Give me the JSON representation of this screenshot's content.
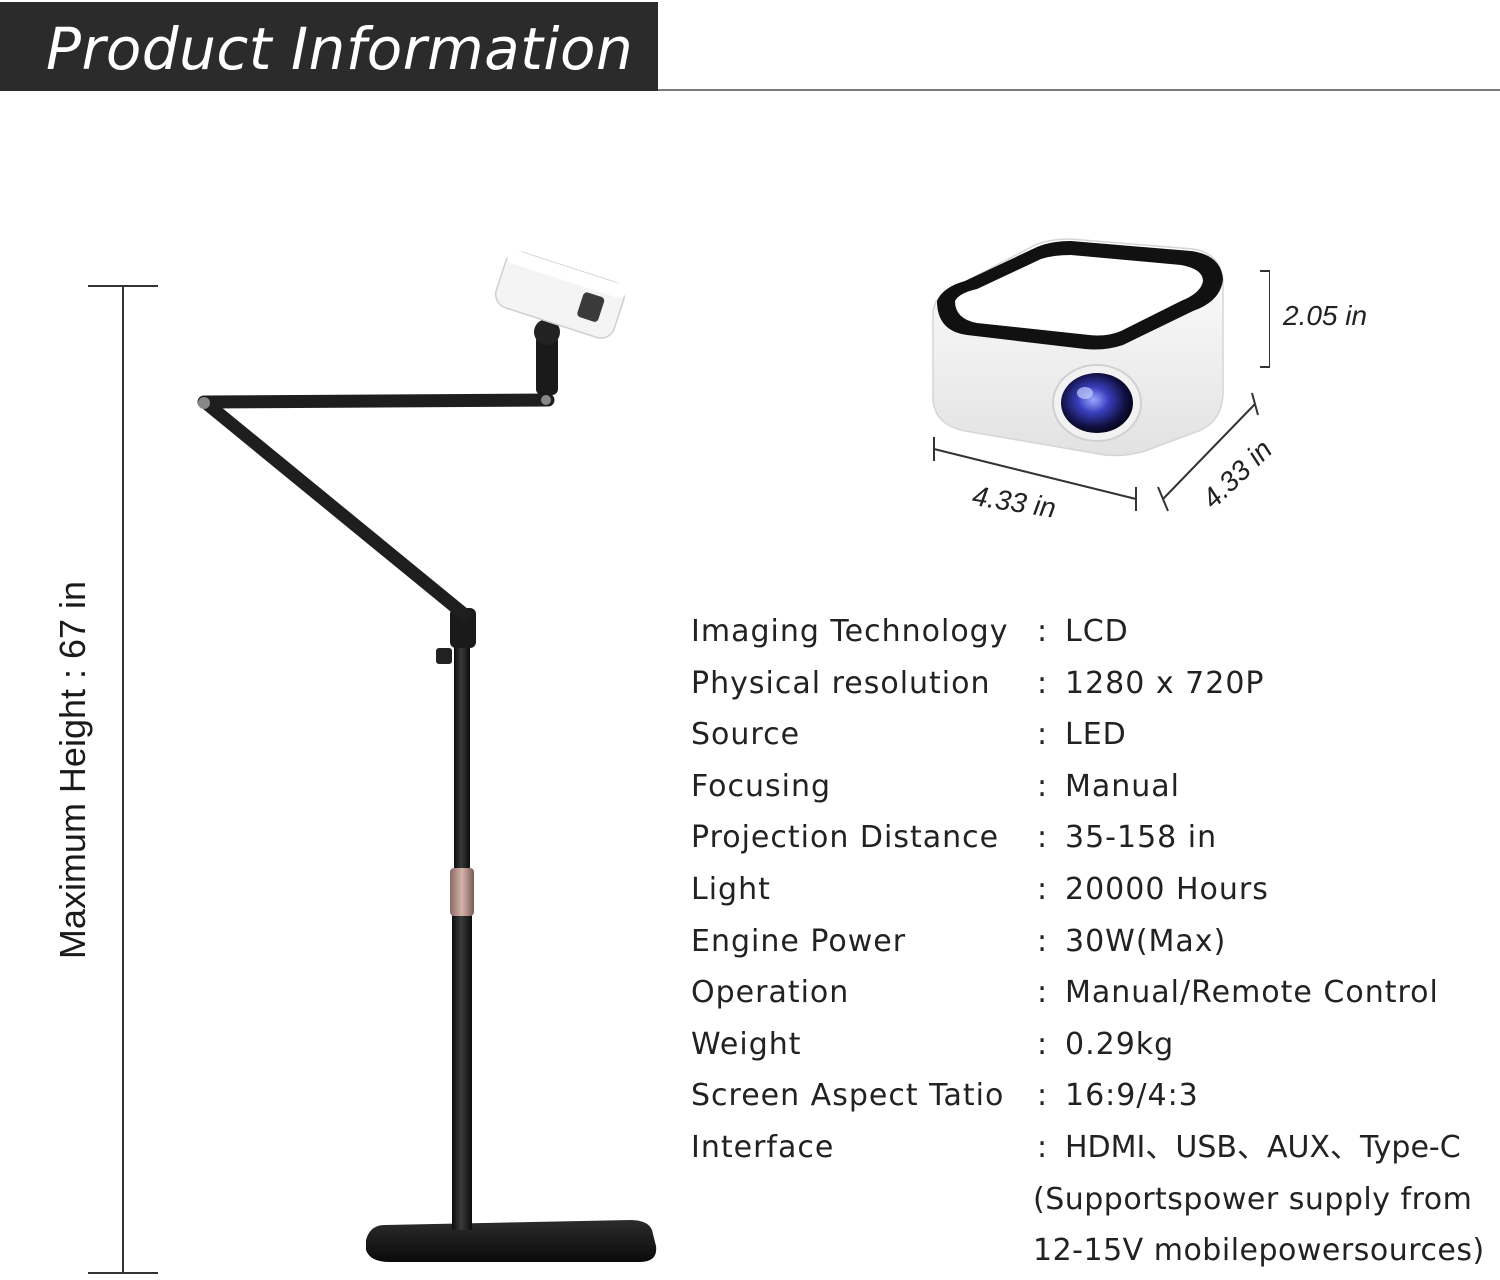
{
  "header": {
    "title": "Product Information"
  },
  "stand": {
    "height_label": "Maximum Height : 67 in"
  },
  "projector": {
    "height_dim": "2.05 in",
    "width_dim": "4.33 in",
    "depth_dim": "4.33 in"
  },
  "specs": [
    {
      "label": "Imaging Technology",
      "colon": ":",
      "value": "LCD"
    },
    {
      "label": "Physical resolution",
      "colon": ":",
      "value": "1280 x 720P"
    },
    {
      "label": "Source",
      "colon": ":",
      "value": "LED"
    },
    {
      "label": "Focusing",
      "colon": ":",
      "value": "Manual"
    },
    {
      "label": "Projection Distance",
      "colon": ":",
      "value": "35-158 in"
    },
    {
      "label": "Light",
      "colon": ":",
      "value": "20000 Hours"
    },
    {
      "label": "Engine Power",
      "colon": ":",
      "value": "30W(Max)"
    },
    {
      "label": "Operation",
      "colon": ":",
      "value": "Manual/Remote Control"
    },
    {
      "label": "Weight",
      "colon": ":",
      "value": "0.29kg"
    },
    {
      "label": "Screen Aspect Tatio",
      "colon": ":",
      "value": "16:9/4:3"
    },
    {
      "label": "Interface",
      "colon": ":",
      "value": "HDMI、USB、AUX、Type-C"
    }
  ],
  "interface_note": {
    "line1": "(Supportspower supply from",
    "line2": "12-15V mobilepowersources)"
  }
}
